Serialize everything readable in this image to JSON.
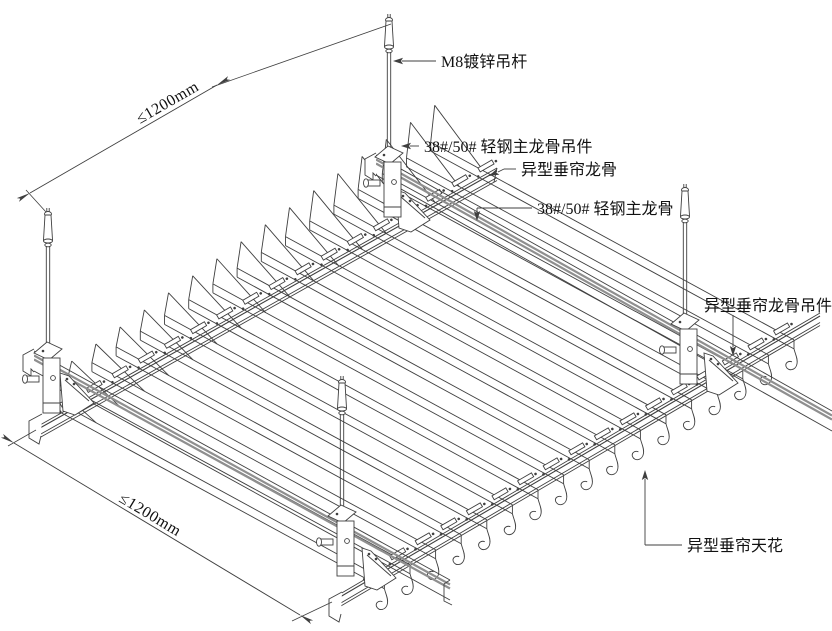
{
  "drawing": {
    "background": "#ffffff",
    "line_color": "#3f3f3f",
    "keel_highlight_color": "#8f8f8f",
    "text_color": "#111111",
    "labels": {
      "m8_rod": "M8镀锌吊杆",
      "main_keel_hanger": "38#/50# 轻钢主龙骨吊件",
      "curtain_keel": "异型垂帘龙骨",
      "main_keel": "38#/50# 轻钢主龙骨",
      "curtain_keel_hanger": "异型垂帘龙骨吊件",
      "curtain_ceiling": "异型垂帘天花"
    },
    "dimensions": {
      "rod_spacing": "≤1200mm",
      "keel_spacing": "≤1200mm"
    }
  }
}
